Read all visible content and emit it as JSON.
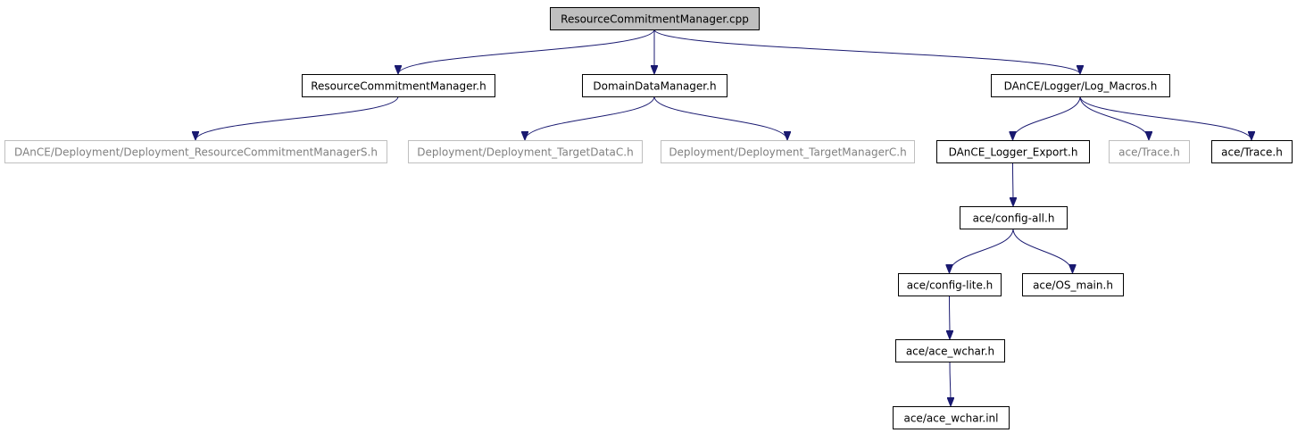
{
  "colors": {
    "edge": "#191970",
    "border_documented": "#000000",
    "border_undocumented": "#bfbfbf",
    "fill_root": "#bfbfbf",
    "fill_node": "#ffffff",
    "text_documented": "#000000",
    "text_undocumented": "#808080"
  },
  "nodes": [
    {
      "id": "n0",
      "label": "ResourceCommitmentManager.cpp",
      "kind": "root"
    },
    {
      "id": "n1",
      "label": "ResourceCommitmentManager.h",
      "kind": "documented"
    },
    {
      "id": "n2",
      "label": "DomainDataManager.h",
      "kind": "documented"
    },
    {
      "id": "n3",
      "label": "DAnCE/Logger/Log_Macros.h",
      "kind": "documented"
    },
    {
      "id": "n4",
      "label": "DAnCE/Deployment/Deployment_ResourceCommitmentManagerS.h",
      "kind": "undocumented"
    },
    {
      "id": "n5",
      "label": "Deployment/Deployment_TargetDataC.h",
      "kind": "undocumented"
    },
    {
      "id": "n6",
      "label": "Deployment/Deployment_TargetManagerC.h",
      "kind": "undocumented"
    },
    {
      "id": "n7",
      "label": "DAnCE_Logger_Export.h",
      "kind": "documented"
    },
    {
      "id": "n8",
      "label": "ace/Trace.h",
      "kind": "undocumented"
    },
    {
      "id": "n9",
      "label": "ace/Trace.h",
      "kind": "documented"
    },
    {
      "id": "n10",
      "label": "ace/config-all.h",
      "kind": "documented"
    },
    {
      "id": "n11",
      "label": "ace/config-lite.h",
      "kind": "documented"
    },
    {
      "id": "n12",
      "label": "ace/OS_main.h",
      "kind": "documented"
    },
    {
      "id": "n13",
      "label": "ace/ace_wchar.h",
      "kind": "documented"
    },
    {
      "id": "n14",
      "label": "ace/ace_wchar.inl",
      "kind": "documented"
    }
  ],
  "edges": [
    {
      "from": "n0",
      "to": "n1"
    },
    {
      "from": "n0",
      "to": "n2"
    },
    {
      "from": "n0",
      "to": "n3"
    },
    {
      "from": "n1",
      "to": "n4"
    },
    {
      "from": "n2",
      "to": "n5"
    },
    {
      "from": "n2",
      "to": "n6"
    },
    {
      "from": "n3",
      "to": "n7"
    },
    {
      "from": "n3",
      "to": "n8"
    },
    {
      "from": "n3",
      "to": "n9"
    },
    {
      "from": "n7",
      "to": "n10"
    },
    {
      "from": "n10",
      "to": "n11"
    },
    {
      "from": "n10",
      "to": "n12"
    },
    {
      "from": "n11",
      "to": "n13"
    },
    {
      "from": "n13",
      "to": "n14"
    }
  ]
}
